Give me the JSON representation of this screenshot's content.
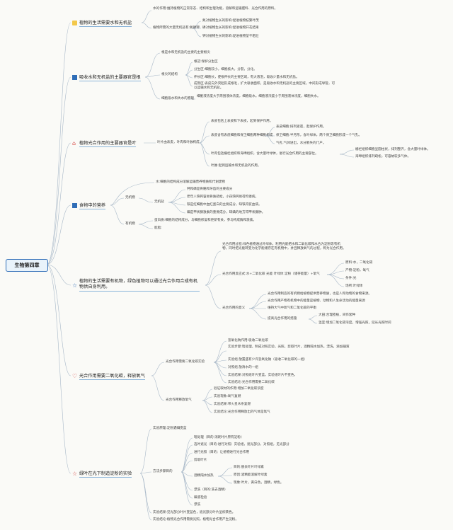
{
  "root": "生物第四章",
  "t1": {
    "title": "植物的生活需要水和无机盐",
    "n1": "水的作用:维持植物的正常形态、结构和生理功能，溶解和运输肥料、光合作用的原料。",
    "n2": "植物所需的大量无机盐有:氮磷钾",
    "n2a": "氮对植物生长的影响:促进植物枝繁叶茂",
    "n2b": "磷对植物生长的影响:促进植物开花结果",
    "n2c": "钾对植物生长的影响:促进植物茎干粗壮"
  },
  "t2": {
    "title": "吸收水和无机盐的主要器官是根",
    "n1": "根是水和无机盐的主要的主要根尖",
    "n2": "根尖的结构",
    "n2a": "根冠:保护分生区",
    "n2b": "分生区:细胞较小，细胞核大，分裂，分化。",
    "n2c": "伸长区:细胞长，使根伸长的主要区域，有大液泡，吸收少量水和无机盐。",
    "n2d": "成熟区:表皮向外突起形成根毛，扩大吸收面积，是吸收水和无机盐的主要区域，中间形成导管，可以运输水和无机盐。",
    "n3": "细胞吸水和失水的原理",
    "n3a": "细胞液浓度大于周围液体浓度，细胞吸水。细胞液浓度小于周围液体浓度，细胞失水。"
  },
  "t3": {
    "title": "植物光合作用的主要器官是叶",
    "n1": "叶片由表皮，叶肉和叶脉构成",
    "n1a": "表皮包括上表皮和下表皮，起到保护作用。",
    "n1b": "表皮含有表皮细胞和保卫细胞两种细胞构成",
    "n1b1": "表皮细胞:排列紧密，起保护作用。",
    "n1b2": "保卫细胞:半月形，含叶绿体，两个保卫细胞形成一个气孔。",
    "n1b3": "气孔:气体进出，水分散失的门户。",
    "n1c": "叶肉包括栅栏组织和海绵组织，含大量叶绿体，进行光合作用的主要部位。",
    "n1c1": "栅栏组织细胞呈圆柱状，排列整齐，含大量叶绿体。",
    "n1c2": "海绵组织排列疏松，可容纳较多气体。",
    "n1d": "叶脉:起到运输水和无机盐的作用。"
  },
  "t4": {
    "title": "食物中的营养",
    "n0": "水:细胞的结构成分溶解运输营养物质和代谢废物",
    "n1": "无机物",
    "n1a": "无机盐",
    "n1a1": "钙和磷是骨骼和牙齿的主要成分",
    "n1a2": "老年人缺钙容易骨质疏松，小孩缺钙易得佝偻病。",
    "n1a3": "铁是红细胞中血红蛋白的主要成分，缺铁得贫血病。",
    "n1a4": "碘是甲状腺激素的重要成分，缺碘的地方得甲状腺肿。",
    "n2": "有机物",
    "n2a": "蛋白质:细胞的结构成分，与细胞修复和更新有关，参与构成酶和激素。",
    "n2b": "能脂:"
  },
  "t5": {
    "title": "植物的生活需要有机物，绿色植物可以通过光合作用合成有机物供自身利用。",
    "n1": "光合作用过程:绿色植物通过叶绿体，利用光能把水和二氧化碳和水合为淀粉等有机物，同时把光能转变为化学能储存在有机物中，并且释放氧气的过程，称为光合作用。",
    "n2": "光合作用反应式:水+二氧化碳 光能 叶绿体 淀粉（储存能量）+氧气",
    "n2a": "原料:水，二氧化碳",
    "n2b": "产物:淀粉，氧气",
    "n2c": "条件:光",
    "n2d": "场所:叶绿体",
    "n3": "光合作用的意义",
    "n3a": "光合作用制造的有机物给植物提供营养物质，也是人和动物的食物来源。",
    "n3b": "光合作用产物有机物中的能量是植物、动物和人生命活动的能量来源",
    "n3c": "维持大气中氧气和二氧化碳的平衡",
    "n3d": "提高光合作用的措施",
    "n3d1": "大田:合理密植，间作套种",
    "n3d2": "温室:增加二氧化碳浓度，增强光照，延长光照时间"
  },
  "t6": {
    "title": "光合作用需要二氧化碳，释放氧气",
    "n1": "光合作用需要二氧化碳实验",
    "n1a": "氢氧化钠作用:吸收二氧化碳",
    "n1b": "实验步骤:暗处理，制成对照实验，光照，剪取叶片，酒精隔水加热，漂洗，滴加碘液",
    "n1c": "实验组:放置盛有少许氢氧化钠（吸收二氧化碳的一组）",
    "n1d": "对照组:放清水的一组",
    "n1e": "实验结果:对照组叶片变蓝，实验组叶片不变色。",
    "n1f": "实验结论:光合作用需要二氧化碳",
    "n2": "光合作用释放氧气",
    "n2a": "验证取材的作用:增加二氧化碳浓度",
    "n2b": "实验现象:氧气复燃",
    "n2c": "实验结果:带火星木条复燃",
    "n2d": "实验结论:光合作用释放出的气体是氧气"
  },
  "t7": {
    "title": "绿叶在光下制造淀粉的实验",
    "n1": "实验原理:淀粉遇碘变蓝",
    "n2": "方法步骤目的",
    "s1": "暗处理（目的:消耗叶片原有淀粉）",
    "s2": "选叶遮光（目的:进行对照）实验组，遮光部分，对照组，见光部分",
    "s3": "进行光照（目的：让植物进行光合作用",
    "s4": "剪取叶片",
    "s5": "酒精隔水加热",
    "s5a": "目的:脱去叶片叶绿素",
    "s5b": "原因:酒精能溶解叶绿素",
    "s5c": "现象:叶片，黄白色，酒精，绿色。",
    "s6": "漂洗（目的:洗去酒精）",
    "s7": "碘液检验",
    "s8": "漂洗",
    "n3": "实验结果:见光部分叶片变蓝色，遮光部分叶片呈棕黄色。",
    "n4": "实验结论:植物光合作用需要光照，植物光合作用产生淀粉。"
  }
}
